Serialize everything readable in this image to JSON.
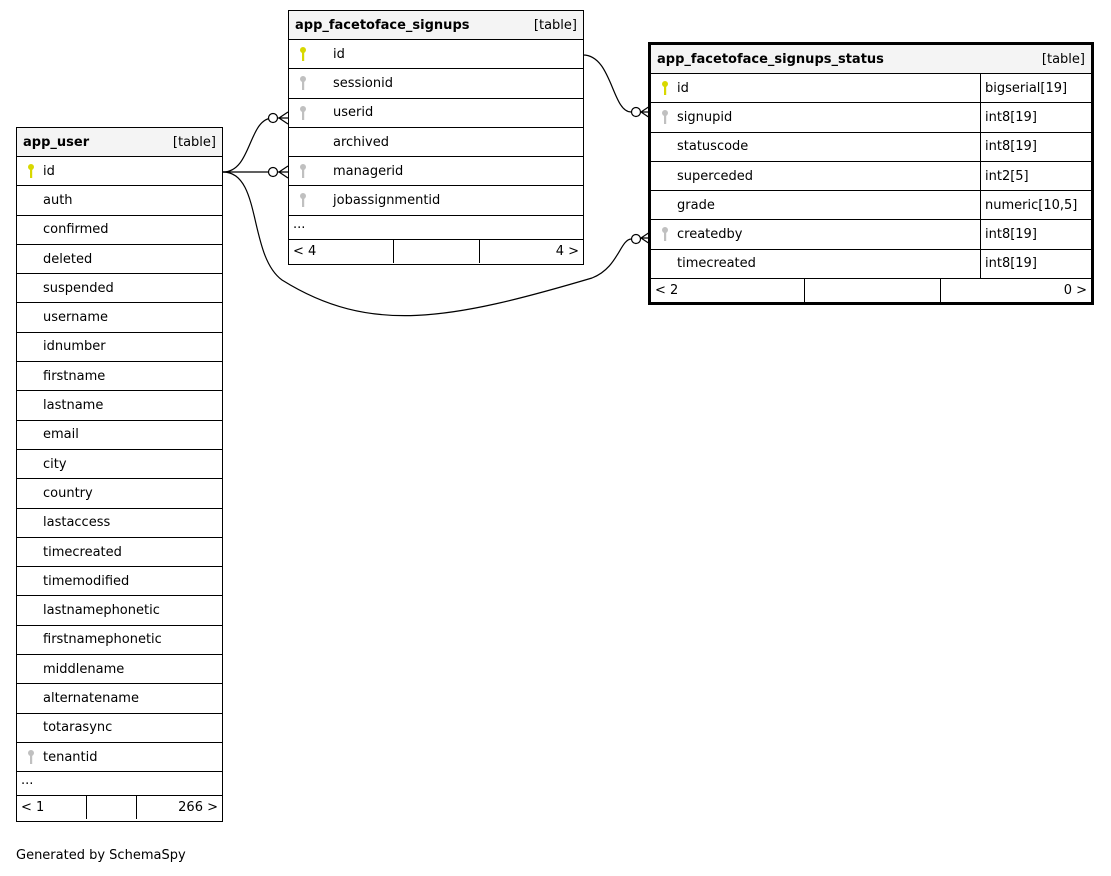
{
  "colors": {
    "primary_key": "#d8d800",
    "foreign_key": "#c0c0c0",
    "header_bg": "#f4f4f4"
  },
  "tables": {
    "app_user": {
      "name": "app_user",
      "kind": "[table]",
      "columns": [
        {
          "name": "id",
          "key": "primary"
        },
        {
          "name": "auth"
        },
        {
          "name": "confirmed"
        },
        {
          "name": "deleted"
        },
        {
          "name": "suspended"
        },
        {
          "name": "username"
        },
        {
          "name": "idnumber"
        },
        {
          "name": "firstname"
        },
        {
          "name": "lastname"
        },
        {
          "name": "email"
        },
        {
          "name": "city"
        },
        {
          "name": "country"
        },
        {
          "name": "lastaccess"
        },
        {
          "name": "timecreated"
        },
        {
          "name": "timemodified"
        },
        {
          "name": "lastnamephonetic"
        },
        {
          "name": "firstnamephonetic"
        },
        {
          "name": "middlename"
        },
        {
          "name": "alternatename"
        },
        {
          "name": "totarasync"
        },
        {
          "name": "tenantid",
          "key": "foreign"
        }
      ],
      "more": "...",
      "parents": "< 1",
      "children": "266 >"
    },
    "signups": {
      "name": "app_facetoface_signups",
      "kind": "[table]",
      "columns": [
        {
          "name": "id",
          "key": "primary"
        },
        {
          "name": "sessionid",
          "key": "foreign"
        },
        {
          "name": "userid",
          "key": "foreign"
        },
        {
          "name": "archived"
        },
        {
          "name": "managerid",
          "key": "foreign"
        },
        {
          "name": "jobassignmentid",
          "key": "foreign"
        }
      ],
      "more": "...",
      "parents": "< 4",
      "children": "4 >"
    },
    "status": {
      "name": "app_facetoface_signups_status",
      "kind": "[table]",
      "columns": [
        {
          "name": "id",
          "key": "primary",
          "type": "bigserial[19]"
        },
        {
          "name": "signupid",
          "key": "foreign",
          "type": "int8[19]"
        },
        {
          "name": "statuscode",
          "type": "int8[19]"
        },
        {
          "name": "superceded",
          "type": "int2[5]"
        },
        {
          "name": "grade",
          "type": "numeric[10,5]"
        },
        {
          "name": "createdby",
          "key": "foreign",
          "type": "int8[19]"
        },
        {
          "name": "timecreated",
          "type": "int8[19]"
        }
      ],
      "parents": "< 2",
      "children": "0 >"
    }
  },
  "footer": "Generated by SchemaSpy"
}
